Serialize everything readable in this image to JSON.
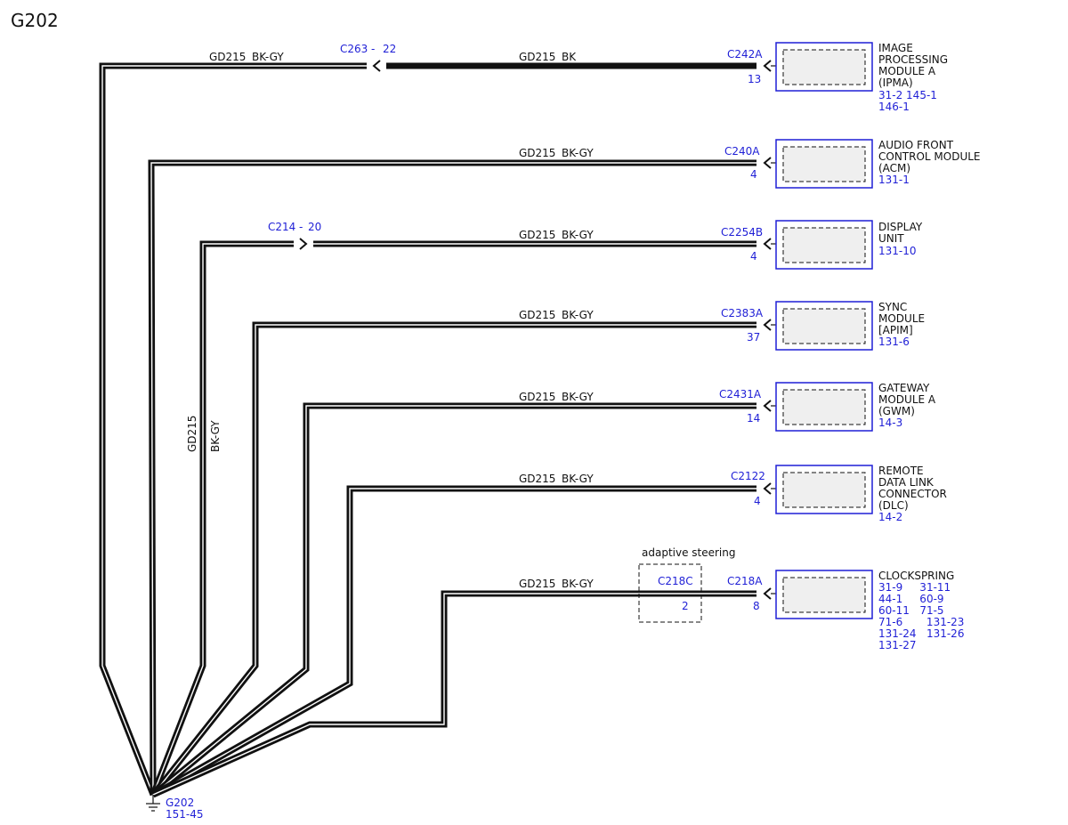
{
  "title": "G202",
  "ground": {
    "name": "G202",
    "ref": "151-45"
  },
  "trunk_label": {
    "circuit": "GD215",
    "color": "BK-GY"
  },
  "branches": [
    {
      "inline": {
        "connector": "C263",
        "dash": "-",
        "pin": "22"
      },
      "left_label": {
        "circuit": "GD215",
        "color": "BK-GY"
      },
      "label": {
        "circuit": "GD215",
        "color": "BK"
      },
      "connector": "C242A",
      "pin": "13",
      "module": [
        "IMAGE",
        "PROCESSING",
        "MODULE A",
        "(IPMA)"
      ],
      "refs": [
        "31-2   145-1",
        "146-1"
      ]
    },
    {
      "label": {
        "circuit": "GD215",
        "color": "BK-GY"
      },
      "connector": "C240A",
      "pin": "4",
      "module": [
        "AUDIO FRONT",
        "CONTROL MODULE",
        "(ACM)"
      ],
      "refs": [
        "131-1"
      ]
    },
    {
      "inline": {
        "connector": "C214",
        "dash": "-",
        "pin": "20"
      },
      "label": {
        "circuit": "GD215",
        "color": "BK-GY"
      },
      "connector": "C2254B",
      "pin": "4",
      "module": [
        "DISPLAY",
        "UNIT"
      ],
      "refs": [
        "131-10"
      ]
    },
    {
      "label": {
        "circuit": "GD215",
        "color": "BK-GY"
      },
      "connector": "C2383A",
      "pin": "37",
      "module": [
        "SYNC",
        "MODULE",
        "[APIM]"
      ],
      "refs": [
        "131-6"
      ]
    },
    {
      "label": {
        "circuit": "GD215",
        "color": "BK-GY"
      },
      "connector": "C2431A",
      "pin": "14",
      "module": [
        "GATEWAY",
        "MODULE A",
        "(GWM)"
      ],
      "refs": [
        "14-3"
      ]
    },
    {
      "label": {
        "circuit": "GD215",
        "color": "BK-GY"
      },
      "connector": "C2122",
      "pin": "4",
      "module": [
        "REMOTE",
        "DATA LINK",
        "CONNECTOR",
        "(DLC)"
      ],
      "refs": [
        "14-2"
      ]
    },
    {
      "option": {
        "text": "adaptive steering",
        "connector": "C218C",
        "pin": "2"
      },
      "label": {
        "circuit": "GD215",
        "color": "BK-GY"
      },
      "connector": "C218A",
      "pin": "8",
      "module": [
        "CLOCKSPRING"
      ],
      "refs": [
        "31-9     31-11",
        "44-1     60-9",
        "60-11   71-5",
        "71-6       131-23",
        "131-24   131-26",
        "131-27"
      ]
    }
  ],
  "colors": {
    "wire": "#111111",
    "reference_text": "#1f1fd6",
    "module_fill": "#efefef"
  }
}
